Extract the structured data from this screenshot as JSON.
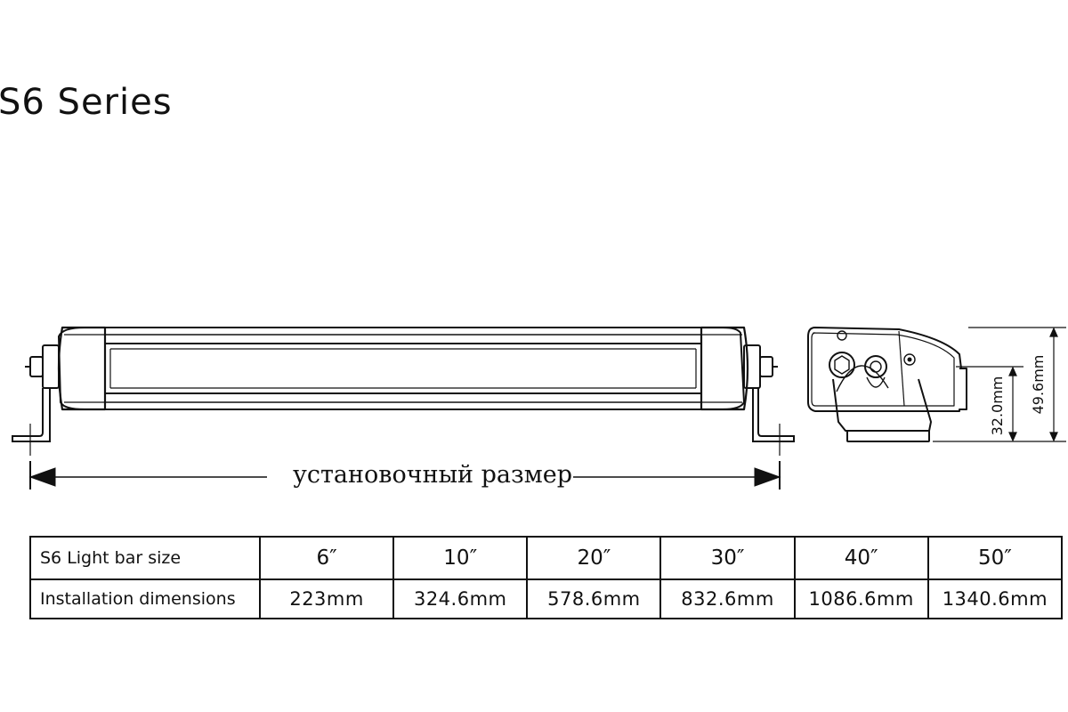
{
  "title": "S6 Series",
  "front_view": {
    "dimension_label": "установочный размер"
  },
  "side_view": {
    "inner_height_label": "32.0mm",
    "total_height_label": "49.6mm"
  },
  "table": {
    "header_row_label": "S6 Light bar size",
    "dimension_row_label": "Installation dimensions",
    "columns": [
      {
        "size": "6″",
        "dimension": "223mm"
      },
      {
        "size": "10″",
        "dimension": "324.6mm"
      },
      {
        "size": "20″",
        "dimension": "578.6mm"
      },
      {
        "size": "30″",
        "dimension": "832.6mm"
      },
      {
        "size": "40″",
        "dimension": "1086.6mm"
      },
      {
        "size": "50″",
        "dimension": "1340.6mm"
      }
    ]
  }
}
